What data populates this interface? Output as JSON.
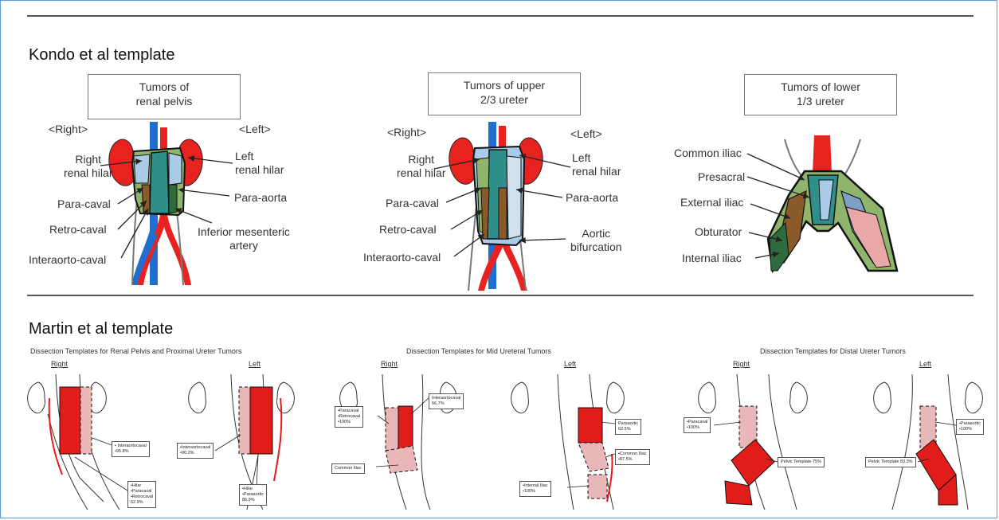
{
  "section1": {
    "title": "Kondo et al template",
    "panel1": {
      "box": [
        "Tumors of",
        "renal pelvis"
      ],
      "right": "<Right>",
      "left": "<Left>",
      "labels": {
        "right_hilar": [
          "Right",
          "renal hilar"
        ],
        "left_hilar": [
          "Left",
          "renal hilar"
        ],
        "para_caval": "Para-caval",
        "para_aorta": "Para-aorta",
        "retro_caval": "Retro-caval",
        "inferior_mesenteric": [
          "Inferior mesenteric",
          "artery"
        ],
        "interaorto_caval": "Interaorto-caval"
      }
    },
    "panel2": {
      "box": [
        "Tumors of upper",
        "2/3 ureter"
      ],
      "right": "<Right>",
      "left": "<Left>",
      "labels": {
        "right_hilar": [
          "Right",
          "renal hilar"
        ],
        "left_hilar": [
          "Left",
          "renal hilar"
        ],
        "para_caval": "Para-caval",
        "para_aorta": "Para-aorta",
        "retro_caval": "Retro-caval",
        "aortic_bifurcation": [
          "Aortic",
          "bifurcation"
        ],
        "interaorto_caval": "Interaorto-caval"
      }
    },
    "panel3": {
      "box": [
        "Tumors of lower",
        "1/3 ureter"
      ],
      "labels": {
        "common_iliac": "Common iliac",
        "presacral": "Presacral",
        "external_iliac": "External iliac",
        "obturator": "Obturator",
        "internal_iliac": "Internal iliac"
      }
    }
  },
  "section2": {
    "title": "Martin et al template",
    "panel1": {
      "heading": "Dissection Templates for Renal Pelvis and Proximal Ureter Tumors",
      "right": "Right",
      "left": "Left",
      "callouts": {
        "a": [
          "• Interaortocaval",
          "•95.8%"
        ],
        "b": [
          "•Interaortocaval",
          "•90.2%"
        ],
        "c": [
          "•Hilar",
          "•Paracaval",
          "•Retrocaval",
          "62.9%"
        ],
        "d": [
          "•Hilar",
          "•Paraaortic",
          "86.9%"
        ]
      }
    },
    "panel2": {
      "heading": "Dissection Templates for Mid Ureteral Tumors",
      "right": "Right",
      "left": "Left",
      "callouts": {
        "a": [
          "•Paracaval",
          "•Retrocaval",
          "•100%"
        ],
        "b": [
          "Interaortocaval",
          "66.7%"
        ],
        "c": "Common Iliac",
        "d": [
          "Paraaortic",
          "62.5%"
        ],
        "e": [
          "•Common Iliac",
          "•87.5%"
        ],
        "f": [
          "•Internal Iliac",
          "•100%"
        ]
      }
    },
    "panel3": {
      "heading": "Dissection Templates for Distal Ureter Tumors",
      "right": "Right",
      "left": "Left",
      "callouts": {
        "a": [
          "•Paracaval",
          "•100%"
        ],
        "b": "Pelvic Template 75%",
        "c": "Pelvic Template 83.3%",
        "d": [
          "•Paraaortic",
          "•100%"
        ]
      }
    }
  },
  "colors": {
    "frame": "#5b9bd5",
    "vein": "#1f6fd0",
    "artery": "#e8231f",
    "template_red": "#e21b1b",
    "template_pink": "#e9b7b8",
    "kondo_green": "#8fb46b",
    "kondo_teal": "#2f8f8a",
    "kondo_brown": "#8a5a2b",
    "kondo_blue": "#a9cbe8"
  }
}
